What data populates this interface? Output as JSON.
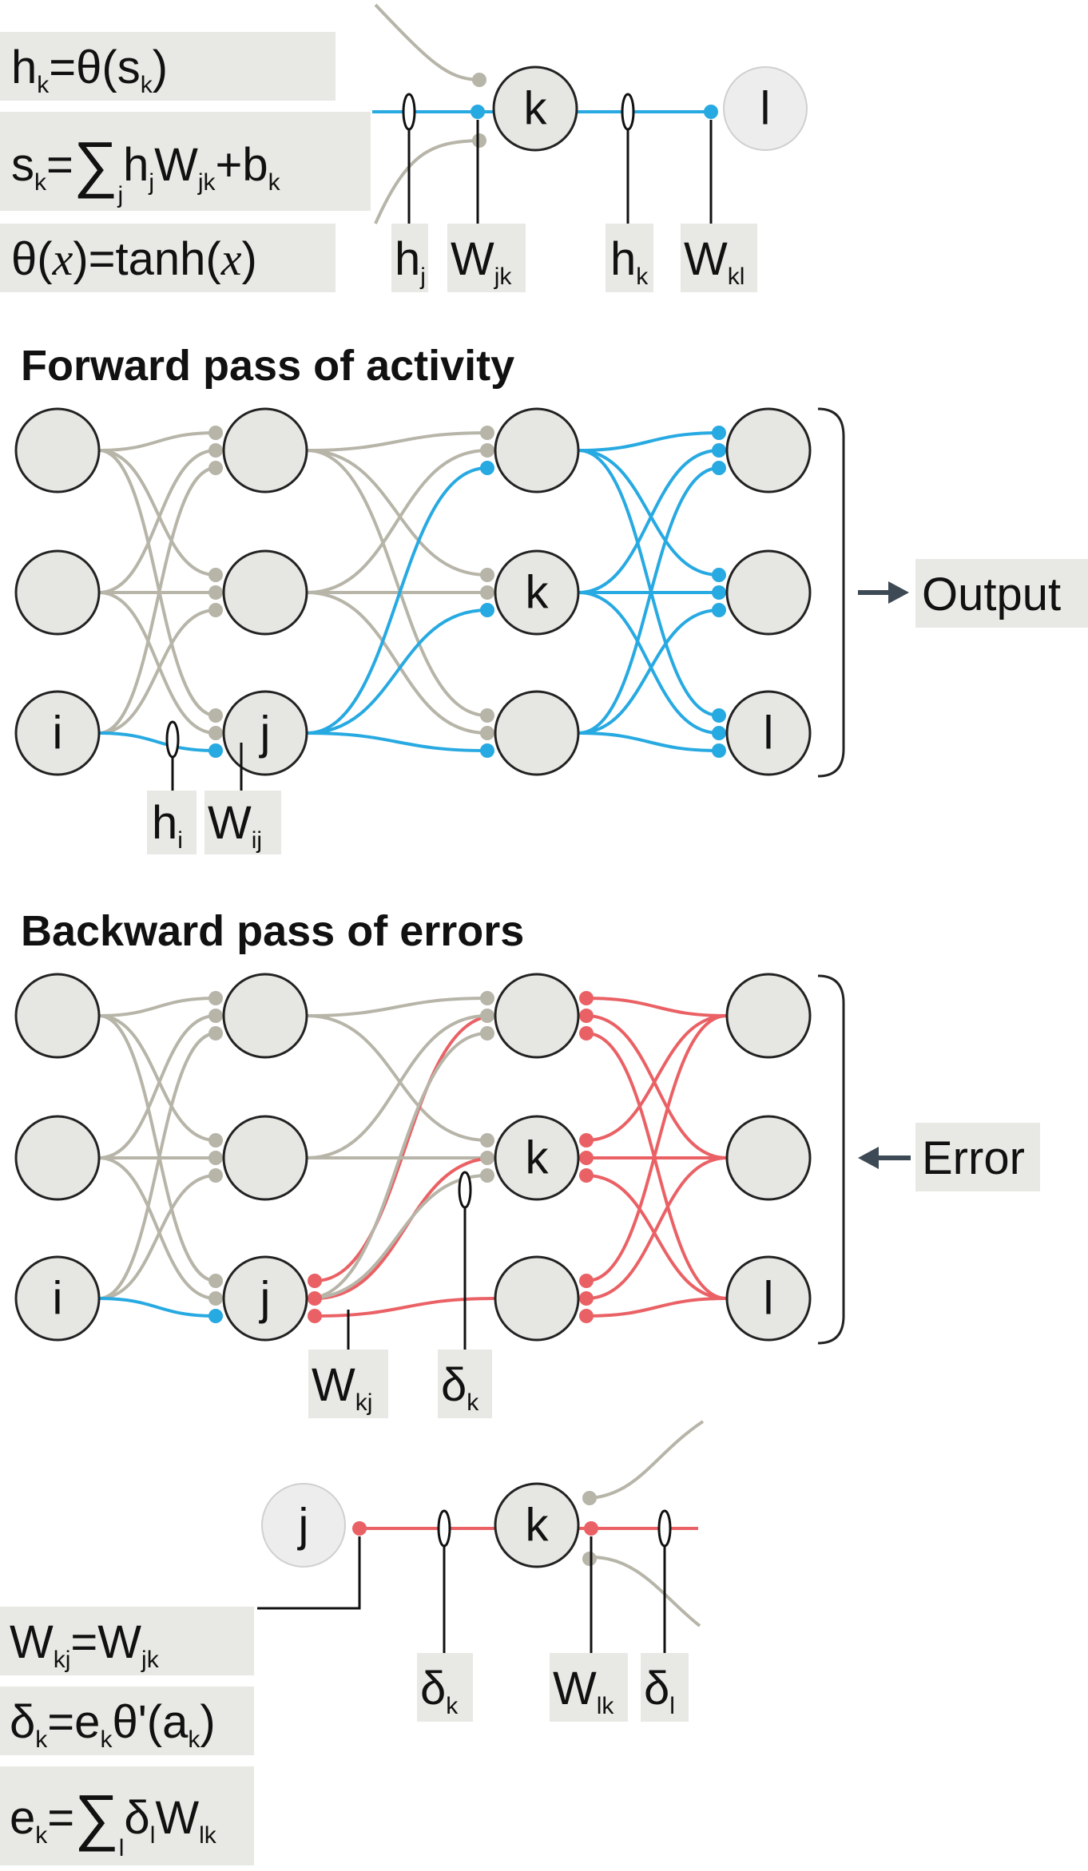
{
  "titles": {
    "forward": "Forward pass of activity",
    "backward": "Backward pass of errors"
  },
  "side_labels": {
    "output": "Output",
    "error": "Error"
  },
  "node_labels": {
    "i": "i",
    "j": "j",
    "k": "k",
    "l": "l"
  },
  "top_equations": {
    "eq1": {
      "a": "h",
      "a_sub": "k",
      "b": "=θ(s",
      "b_sub": "k",
      "c": ")"
    },
    "eq2": {
      "a": "s",
      "a_sub": "k",
      "b": "=",
      "sum": "∑",
      "sum_sub": "j",
      "c": "h",
      "c_sub": "j",
      "d": "W",
      "d_sub": "jk",
      "e": "+b",
      "e_sub": "k"
    },
    "eq3": {
      "a": "θ(",
      "x1": "x",
      "b": ")=tanh(",
      "x2": "x",
      "c": ")"
    }
  },
  "top_callouts": [
    {
      "base": "h",
      "sub": "j"
    },
    {
      "base": "W",
      "sub": "jk"
    },
    {
      "base": "h",
      "sub": "k"
    },
    {
      "base": "W",
      "sub": "kl"
    }
  ],
  "forward_callouts": [
    {
      "base": "h",
      "sub": "i"
    },
    {
      "base": "W",
      "sub": "ij"
    }
  ],
  "backward_callouts": [
    {
      "base": "W",
      "sub": "kj"
    },
    {
      "base": "δ",
      "sub": "k"
    }
  ],
  "bottom_callouts": [
    {
      "base": "δ",
      "sub": "k"
    },
    {
      "base": "W",
      "sub": "lk"
    },
    {
      "base": "δ",
      "sub": "l"
    }
  ],
  "bottom_equations": {
    "eq1": {
      "a": "W",
      "a_sub": "kj",
      "b": "=W",
      "b_sub": "jk"
    },
    "eq2": {
      "a": "δ",
      "a_sub": "k",
      "b": "=e",
      "b_sub": "k",
      "c": "θ'(a",
      "c_sub": "k",
      "d": ")"
    },
    "eq3": {
      "a": "e",
      "a_sub": "k",
      "b": "=",
      "sum": "∑",
      "sum_sub": "l",
      "c": "δ",
      "c_sub": "l",
      "d": "W",
      "d_sub": "lk"
    }
  },
  "colors": {
    "node_fill": "#e6e6e3",
    "node_stroke": "#222222",
    "gray_line": "#b7b4a8",
    "blue_line": "#27a9e1",
    "red_line": "#ea6165",
    "label_box": "#e8e8e4",
    "arrow": "#3d4a55"
  }
}
